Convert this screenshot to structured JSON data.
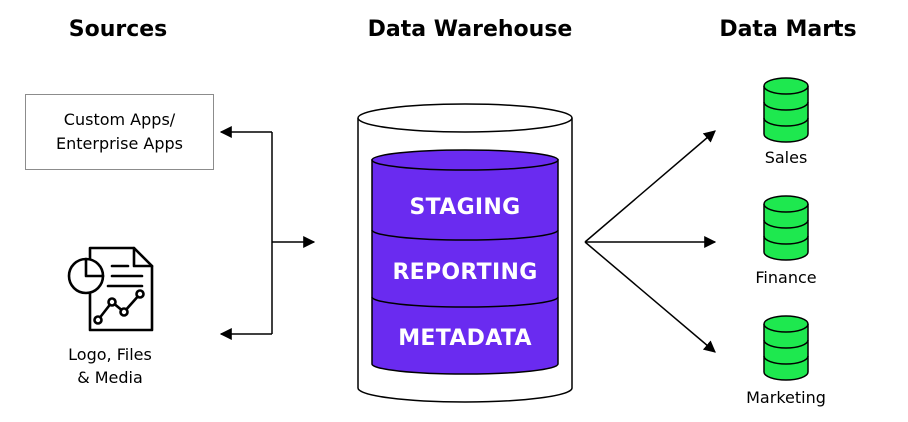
{
  "headings": {
    "sources": "Sources",
    "data_warehouse": "Data Warehouse",
    "data_marts": "Data Marts"
  },
  "sources": {
    "custom_apps": [
      "Custom Apps/",
      "Enterprise Apps"
    ],
    "files": [
      "Logo, Files",
      "& Media"
    ]
  },
  "warehouse_layers": [
    "STAGING",
    "REPORTING",
    "METADATA"
  ],
  "data_marts": [
    "Sales",
    "Finance",
    "Marketing"
  ],
  "colors": {
    "warehouse_layer": "#6A2BF0",
    "mart_db": "#1EE84F",
    "outline": "#000000",
    "box_border": "#8C8C8C"
  },
  "icons": {
    "files": "document-chart-icon",
    "mart": "database-icon"
  }
}
